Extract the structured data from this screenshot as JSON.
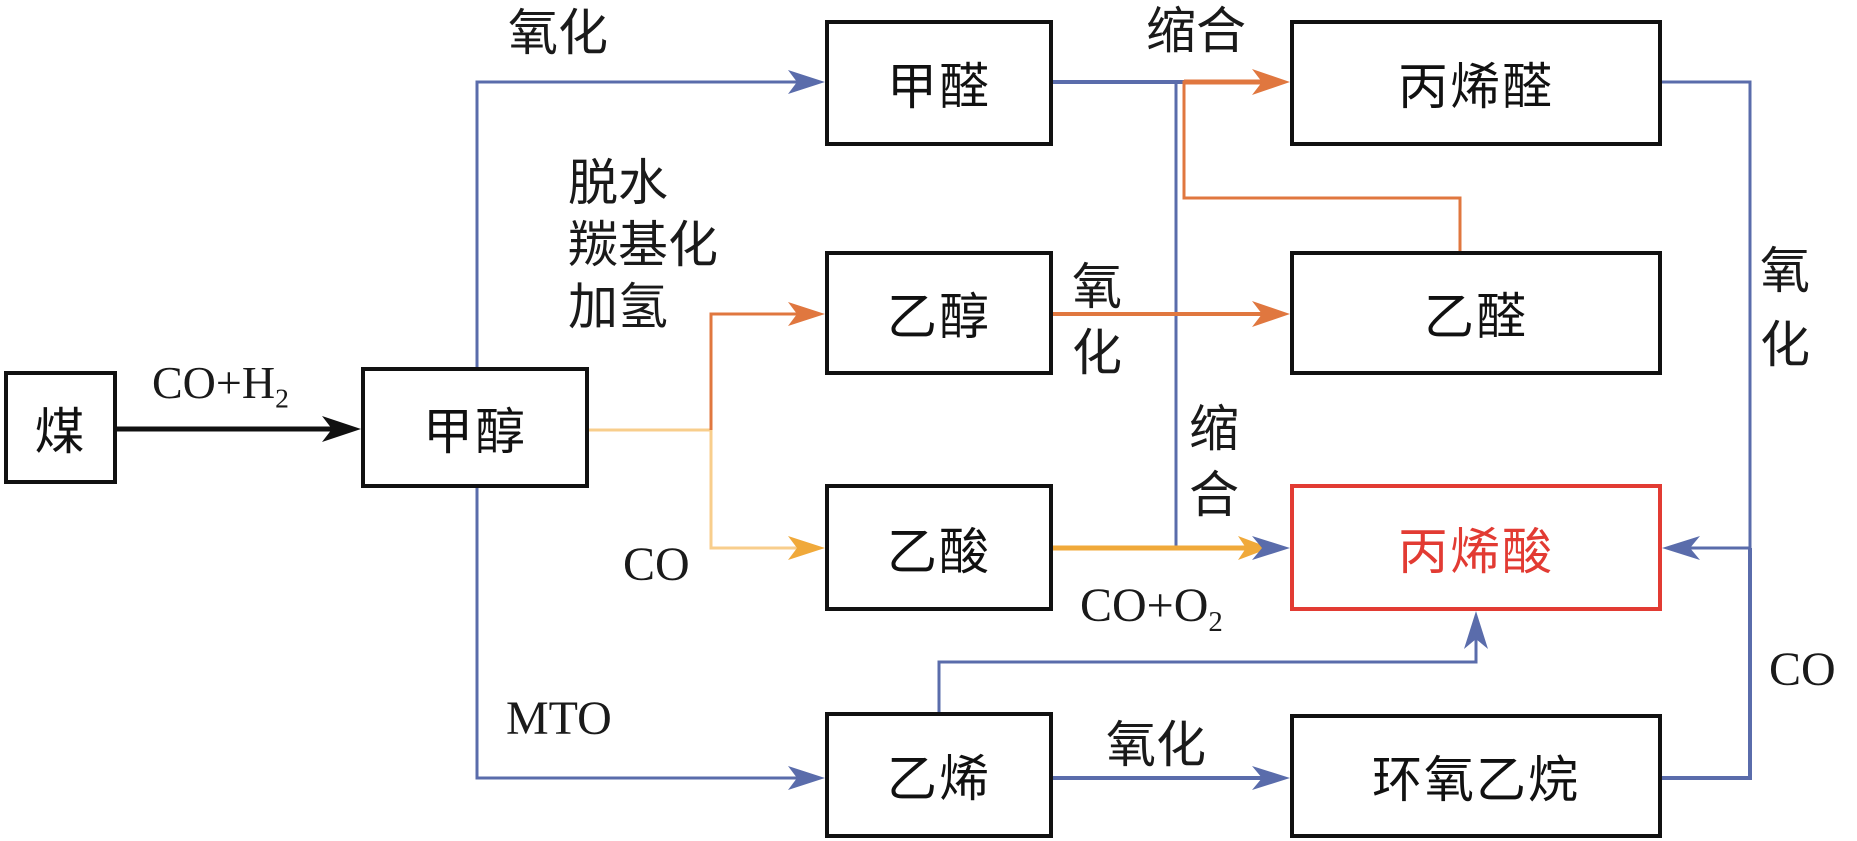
{
  "diagram": {
    "title": "",
    "colors": {
      "box_border": "#111111",
      "target_border": "#E23B33",
      "blue": "#5A6CAB",
      "orange": "#E0773F",
      "light_yellow": "#F8CE8C",
      "gold": "#F0A93A",
      "black": "#111111"
    },
    "nodes": {
      "coal": "煤",
      "methanol": "甲醇",
      "formaldehyde": "甲醛",
      "ethanol": "乙醇",
      "acetic_acid": "乙酸",
      "ethylene": "乙烯",
      "acrolein": "丙烯醛",
      "acetaldehyde": "乙醛",
      "acrylic_acid": "丙烯酸",
      "ethylene_oxide": "环氧乙烷"
    },
    "labels": {
      "coal_to_methanol_main": "CO+H",
      "coal_to_methanol_sub": "2",
      "oxidation_top": "氧化",
      "dehydration": "脱水",
      "carbonylation": "羰基化",
      "hydrogenation": "加氢",
      "condensation_top": "缩合",
      "oxidation_mid_1": "氧",
      "oxidation_mid_2": "化",
      "condensation_mid_1": "缩",
      "condensation_mid_2": "合",
      "co_left": "CO",
      "co_o2_main": "CO+O",
      "co_o2_sub": "2",
      "mto": "MTO",
      "oxidation_bottom": "氧化",
      "oxidation_right_1": "氧",
      "oxidation_right_2": "化",
      "co_right": "CO"
    },
    "edges": [
      {
        "from": "煤",
        "to": "甲醇",
        "label": "CO+H2",
        "color": "black"
      },
      {
        "from": "甲醇",
        "to": "甲醛",
        "label": "氧化",
        "color": "blue"
      },
      {
        "from": "甲醇",
        "to": "乙醇",
        "label": "脱水 羰基化 加氢",
        "color": "orange"
      },
      {
        "from": "甲醇",
        "to": "乙酸",
        "label": "CO",
        "color": "gold"
      },
      {
        "from": "甲醇",
        "to": "乙烯",
        "label": "MTO",
        "color": "blue"
      },
      {
        "from": "甲醛",
        "to": "丙烯醛",
        "label": "缩合",
        "color": "blue"
      },
      {
        "from": "乙醛",
        "to": "丙烯醛",
        "label": "缩合",
        "color": "orange"
      },
      {
        "from": "乙醇",
        "to": "乙醛",
        "label": "氧化",
        "color": "orange"
      },
      {
        "from": "甲醛",
        "to": "丙烯酸",
        "label": "缩合",
        "color": "blue"
      },
      {
        "from": "乙酸",
        "to": "丙烯酸",
        "label": "缩合",
        "color": "gold"
      },
      {
        "from": "乙烯",
        "to": "丙烯酸",
        "label": "CO+O2",
        "color": "blue"
      },
      {
        "from": "乙烯",
        "to": "环氧乙烷",
        "label": "氧化",
        "color": "blue"
      },
      {
        "from": "丙烯醛",
        "to": "丙烯酸",
        "label": "氧化",
        "color": "blue"
      },
      {
        "from": "环氧乙烷",
        "to": "丙烯酸",
        "label": "CO",
        "color": "blue"
      }
    ]
  }
}
